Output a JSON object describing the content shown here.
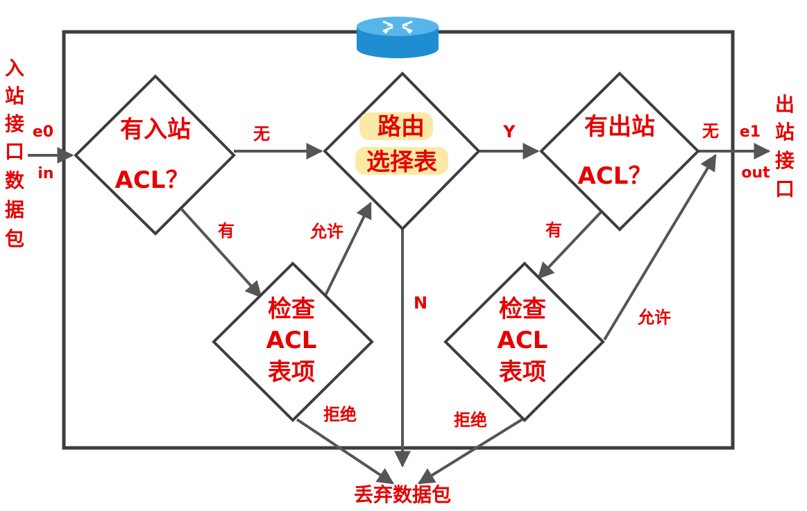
{
  "nodes": {
    "inbound_check": {
      "line1": "有入站",
      "line2": "ACL？"
    },
    "routing_table": {
      "line1": "路由",
      "line2": "选择表"
    },
    "outbound_check": {
      "line1": "有出站",
      "line2": "ACL？"
    },
    "inbound_acl_entries": {
      "line1": "检查",
      "line2": "ACL",
      "line3": "表项"
    },
    "outbound_acl_entries": {
      "line1": "检查",
      "line2": "ACL",
      "line3": "表项"
    },
    "discard": "丢弃数据包"
  },
  "edges": {
    "inbound_none": "无",
    "inbound_has": "有",
    "inbound_permit": "允许",
    "inbound_deny": "拒绝",
    "route_yes": "Y",
    "route_no": "N",
    "outbound_none": "无",
    "outbound_has": "有",
    "outbound_permit": "允许",
    "outbound_deny": "拒绝"
  },
  "side_labels": {
    "ingress": [
      "入",
      "站",
      "接",
      "口",
      "数",
      "据",
      "包"
    ],
    "egress": [
      "出",
      "站",
      "接",
      "口"
    ],
    "ingress_if": "e0",
    "ingress_dir": "in",
    "egress_if": "e1",
    "egress_dir": "out"
  },
  "colors": {
    "label": "#e60000",
    "line": "#555555",
    "frame": "#3d3d3d",
    "router_body": "#1e8ed0",
    "router_top": "#56b6ea",
    "highlight": "#fde9a6"
  },
  "icons": {
    "router": "router-icon"
  }
}
